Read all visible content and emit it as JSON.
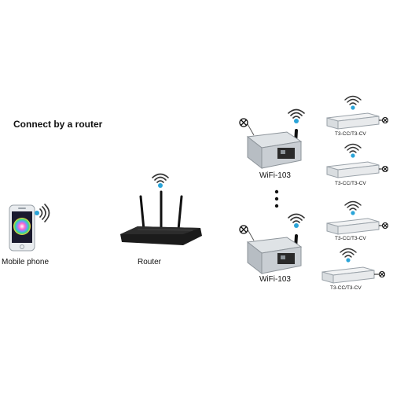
{
  "title": "Connect by a router",
  "labels": {
    "phone": "Mobile phone",
    "router": "Router",
    "controller_top": "WiFi-103",
    "controller_bottom": "WiFi-103",
    "receiver_1": "T3-CC/T3-CV",
    "receiver_2": "T3-CC/T3-CV",
    "receiver_3": "T3-CC/T3-CV",
    "receiver_4": "T3-CC/T3-CV"
  },
  "colors": {
    "wifi_signal": "#2aa4d8",
    "device_silver": "#c9ced3",
    "router_body": "#1b1b1b"
  },
  "icons": [
    "wifi-signal-icon",
    "lamp-icon",
    "ellipsis-dots-icon"
  ]
}
